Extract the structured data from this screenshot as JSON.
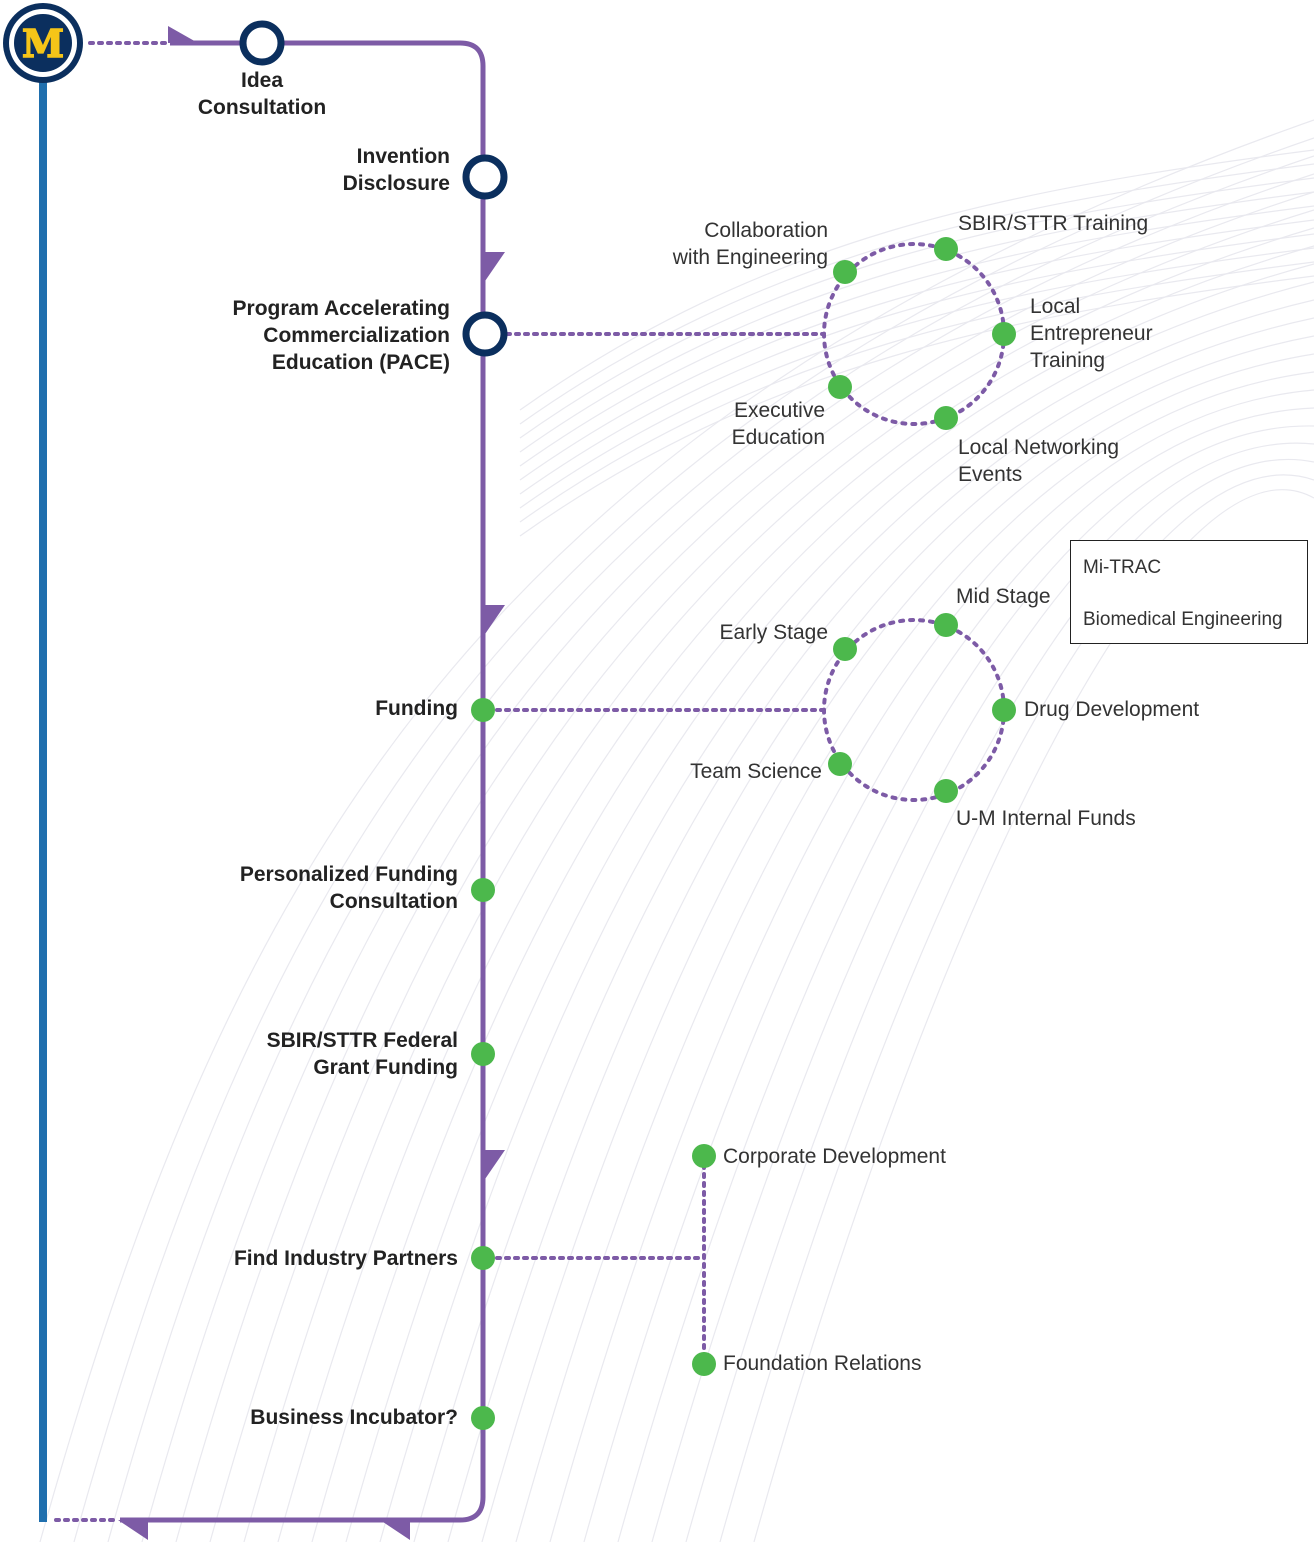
{
  "logo": {
    "letter": "M",
    "icon": "university-of-michigan-block-m-logo"
  },
  "colors": {
    "main_line": "#7d5ba6",
    "left_line": "#1f6fae",
    "node_outline": "#0b2f5e",
    "green_node": "#4cb84c",
    "dotted": "#7d5ba6",
    "logo_fill": "#f5c518",
    "logo_ring": "#0b2f5e"
  },
  "main_stops": [
    {
      "id": "idea",
      "lines": [
        "Idea",
        "Consultation"
      ],
      "marker": "ring"
    },
    {
      "id": "invention",
      "lines": [
        "Invention",
        "Disclosure"
      ],
      "marker": "ring"
    },
    {
      "id": "pace",
      "lines": [
        "Program Accelerating",
        "Commercialization",
        "Education (PACE)"
      ],
      "marker": "ring"
    },
    {
      "id": "funding",
      "lines": [
        "Funding"
      ],
      "marker": "dot"
    },
    {
      "id": "personalized",
      "lines": [
        "Personalized Funding",
        "Consultation"
      ],
      "marker": "dot"
    },
    {
      "id": "sbir_grant",
      "lines": [
        "SBIR/STTR Federal",
        "Grant Funding"
      ],
      "marker": "dot"
    },
    {
      "id": "industry",
      "lines": [
        "Find Industry Partners"
      ],
      "marker": "dot"
    },
    {
      "id": "incubator",
      "lines": [
        "Business Incubator?"
      ],
      "marker": "dot"
    }
  ],
  "pace_cluster": {
    "collab": [
      "Collaboration",
      "with Engineering"
    ],
    "sbir_training": [
      "SBIR/STTR Training"
    ],
    "local_training": [
      "Local",
      "Entrepreneur",
      "Training"
    ],
    "networking": [
      "Local Networking",
      "Events"
    ],
    "exec_ed": [
      "Executive",
      "Education"
    ]
  },
  "funding_cluster": {
    "early": [
      "Early Stage"
    ],
    "mid": [
      "Mid Stage"
    ],
    "drug": [
      "Drug Development"
    ],
    "internal": [
      "U-M Internal Funds"
    ],
    "team": [
      "Team Science"
    ]
  },
  "mid_stage_box": [
    "Mi-TRAC",
    "Biomedical Engineering"
  ],
  "industry_branch": {
    "corporate": [
      "Corporate Development"
    ],
    "foundation": [
      "Foundation Relations"
    ]
  }
}
